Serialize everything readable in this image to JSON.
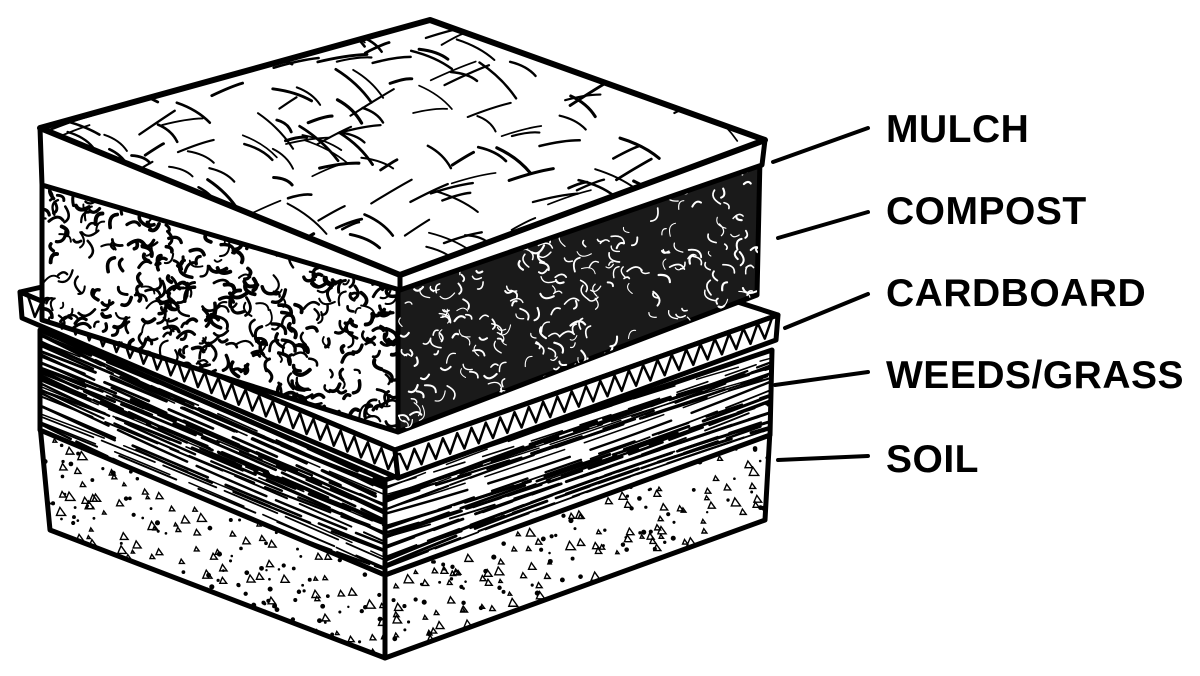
{
  "diagram": {
    "layers": [
      {
        "id": "mulch",
        "label": "MULCH"
      },
      {
        "id": "compost",
        "label": "COMPOST"
      },
      {
        "id": "cardboard",
        "label": "CARDBOARD"
      },
      {
        "id": "weeds",
        "label": "WEEDS/GRASS"
      },
      {
        "id": "soil",
        "label": "SOIL"
      }
    ]
  },
  "colors": {
    "ink": "#000000",
    "paper": "#ffffff"
  }
}
